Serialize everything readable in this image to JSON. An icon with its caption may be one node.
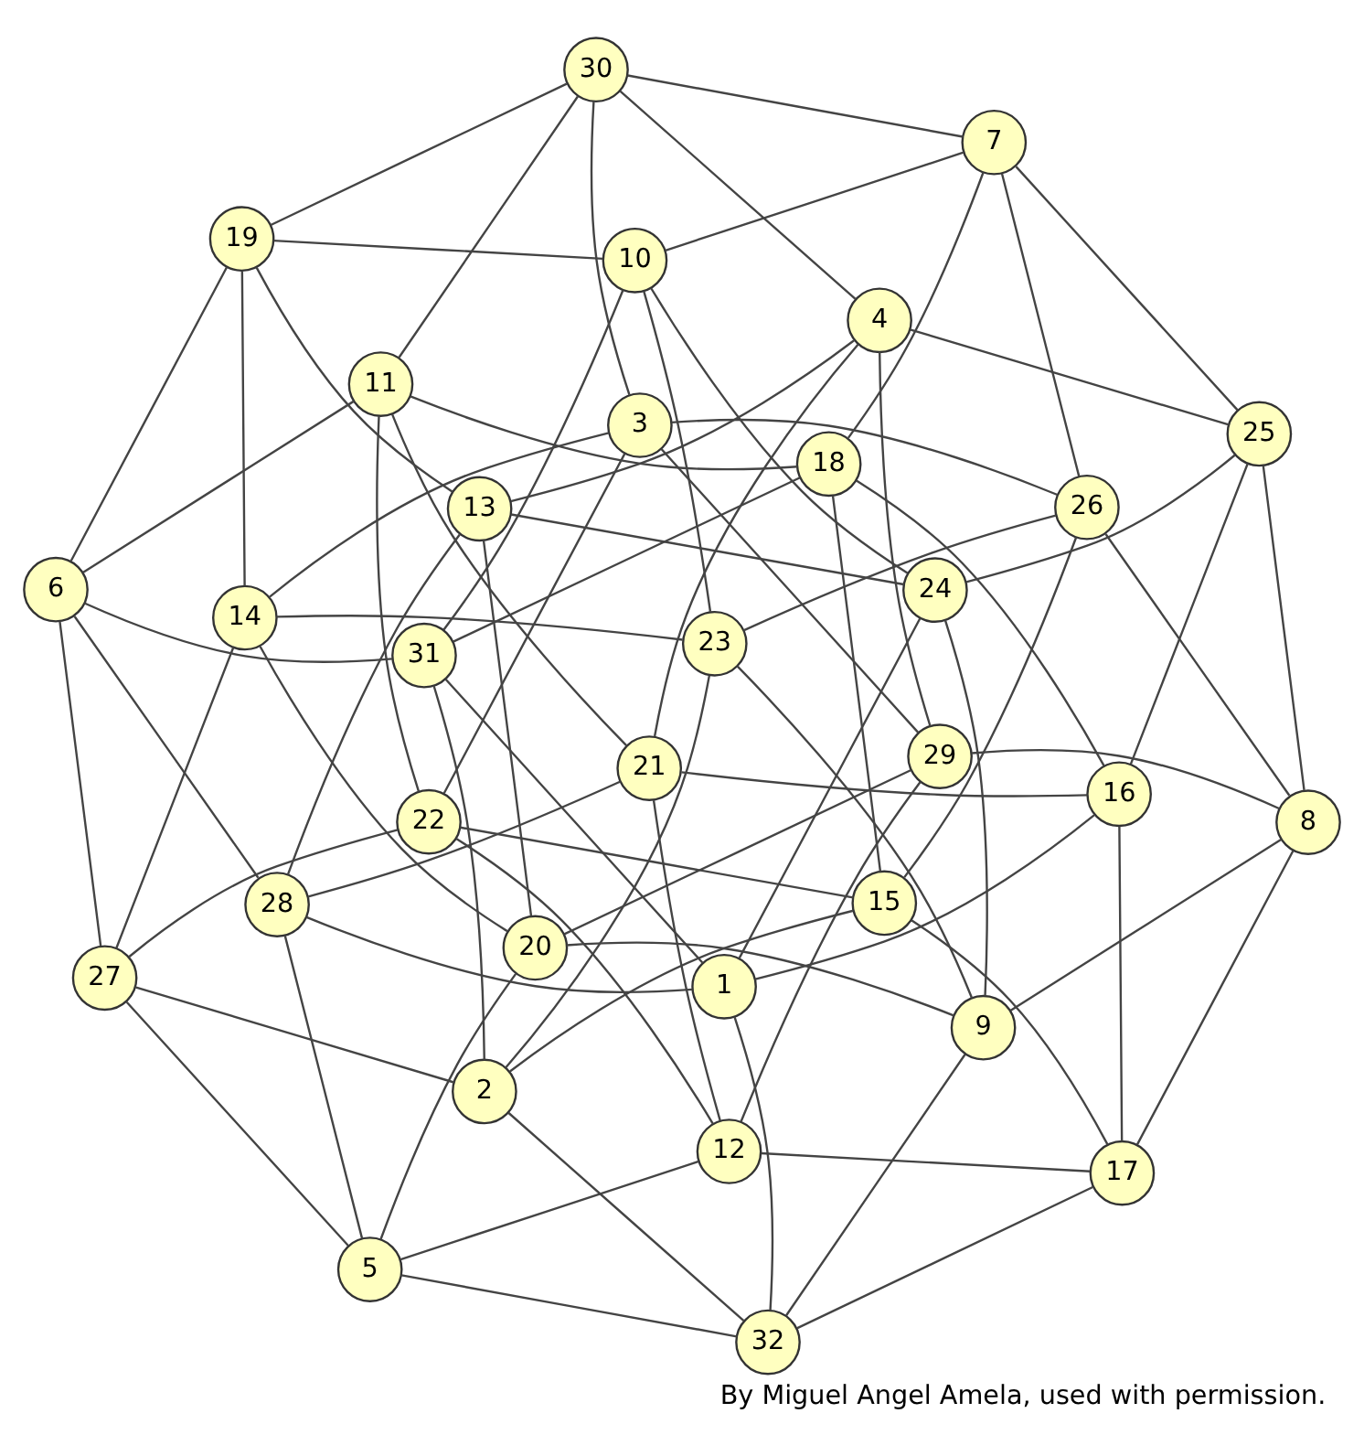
{
  "diagram": {
    "caption": "By Miguel Angel Amela, used with permission.",
    "nodes": [
      {
        "text": [
          "1"
        ]
      },
      {
        "text": [
          "24"
        ]
      },
      {
        "text": [
          "16"
        ]
      },
      {
        "text": [
          "28"
        ]
      },
      {
        "text": [
          "25"
        ]
      },
      {
        "text": [
          "13"
        ]
      },
      {
        "text": [
          "21"
        ]
      },
      {
        "text": [
          "32"
        ]
      },
      {
        "text": [
          "31"
        ]
      },
      {
        "text": [
          "4"
        ]
      },
      {
        "text": [
          "9"
        ]
      },
      {
        "text": [
          "10"
        ]
      },
      {
        "text": [
          "17"
        ]
      },
      {
        "text": [
          "18"
        ]
      },
      {
        "text": [
          "5"
        ]
      },
      {
        "text": [
          "6"
        ]
      },
      {
        "text": [
          "8"
        ]
      },
      {
        "text": [
          "7"
        ]
      },
      {
        "text": [
          "20"
        ]
      },
      {
        "text": [
          "19"
        ]
      },
      {
        "text": [
          "12"
        ]
      },
      {
        "text": [
          "11"
        ]
      },
      {
        "text": [
          "29"
        ]
      },
      {
        "text": [
          "30"
        ]
      },
      {
        "text": [
          "2"
        ]
      },
      {
        "text": [
          "23"
        ]
      },
      {
        "text": [
          "15"
        ]
      },
      {
        "text": [
          "27"
        ]
      },
      {
        "text": [
          "26"
        ]
      },
      {
        "text": [
          "14"
        ]
      },
      {
        "text": [
          "22"
        ]
      },
      {
        "text": [
          "3"
        ]
      }
    ],
    "edges": [
      {
        "from": 0,
        "to": 2,
        "arrow": "none"
      },
      {
        "from": 0,
        "to": 3,
        "arrow": "none"
      },
      {
        "from": 0,
        "to": 7,
        "arrow": "none"
      },
      {
        "from": 0,
        "to": 8,
        "arrow": "none"
      },
      {
        "from": 2,
        "to": 6,
        "arrow": "none"
      },
      {
        "from": 2,
        "to": 12,
        "arrow": "none"
      },
      {
        "from": 2,
        "to": 13,
        "arrow": "none"
      },
      {
        "from": 3,
        "to": 6,
        "arrow": "none"
      },
      {
        "from": 3,
        "to": 14,
        "arrow": "none"
      },
      {
        "from": 3,
        "to": 15,
        "arrow": "none"
      },
      {
        "from": 7,
        "to": 12,
        "arrow": "none"
      },
      {
        "from": 7,
        "to": 14,
        "arrow": "none"
      },
      {
        "from": 7,
        "to": 24,
        "arrow": "none"
      },
      {
        "from": 8,
        "to": 13,
        "arrow": "none"
      },
      {
        "from": 8,
        "to": 15,
        "arrow": "none"
      },
      {
        "from": 8,
        "to": 24,
        "arrow": "none"
      },
      {
        "from": 6,
        "to": 20,
        "arrow": "none"
      },
      {
        "from": 6,
        "to": 21,
        "arrow": "none"
      },
      {
        "from": 12,
        "to": 20,
        "arrow": "none"
      },
      {
        "from": 12,
        "to": 26,
        "arrow": "none"
      },
      {
        "from": 13,
        "to": 21,
        "arrow": "none"
      },
      {
        "from": 13,
        "to": 26,
        "arrow": "none"
      },
      {
        "from": 14,
        "to": 20,
        "arrow": "none"
      },
      {
        "from": 14,
        "to": 27,
        "arrow": "none"
      },
      {
        "from": 15,
        "to": 21,
        "arrow": "none"
      },
      {
        "from": 15,
        "to": 27,
        "arrow": "none"
      },
      {
        "from": 24,
        "to": 26,
        "arrow": "none"
      },
      {
        "from": 24,
        "to": 27,
        "arrow": "none"
      },
      {
        "from": 20,
        "to": 30,
        "arrow": "none"
      },
      {
        "from": 21,
        "to": 30,
        "arrow": "none"
      },
      {
        "from": 26,
        "to": 30,
        "arrow": "none"
      },
      {
        "from": 27,
        "to": 30,
        "arrow": "none"
      },
      {
        "from": 1,
        "to": 4,
        "arrow": "none"
      },
      {
        "from": 1,
        "to": 5,
        "arrow": "none"
      },
      {
        "from": 1,
        "to": 10,
        "arrow": "none"
      },
      {
        "from": 1,
        "to": 11,
        "arrow": "none"
      },
      {
        "from": 4,
        "to": 9,
        "arrow": "none"
      },
      {
        "from": 4,
        "to": 16,
        "arrow": "none"
      },
      {
        "from": 4,
        "to": 17,
        "arrow": "none"
      },
      {
        "from": 5,
        "to": 9,
        "arrow": "none"
      },
      {
        "from": 5,
        "to": 18,
        "arrow": "none"
      },
      {
        "from": 5,
        "to": 19,
        "arrow": "none"
      },
      {
        "from": 10,
        "to": 16,
        "arrow": "none"
      },
      {
        "from": 10,
        "to": 18,
        "arrow": "none"
      },
      {
        "from": 10,
        "to": 25,
        "arrow": "none"
      },
      {
        "from": 11,
        "to": 17,
        "arrow": "none"
      },
      {
        "from": 11,
        "to": 19,
        "arrow": "none"
      },
      {
        "from": 11,
        "to": 25,
        "arrow": "none"
      },
      {
        "from": 9,
        "to": 22,
        "arrow": "none"
      },
      {
        "from": 9,
        "to": 23,
        "arrow": "none"
      },
      {
        "from": 16,
        "to": 22,
        "arrow": "none"
      },
      {
        "from": 16,
        "to": 28,
        "arrow": "none"
      },
      {
        "from": 17,
        "to": 23,
        "arrow": "none"
      },
      {
        "from": 17,
        "to": 28,
        "arrow": "none"
      },
      {
        "from": 18,
        "to": 22,
        "arrow": "none"
      },
      {
        "from": 18,
        "to": 29,
        "arrow": "none"
      },
      {
        "from": 19,
        "to": 23,
        "arrow": "none"
      },
      {
        "from": 19,
        "to": 29,
        "arrow": "none"
      },
      {
        "from": 25,
        "to": 28,
        "arrow": "none"
      },
      {
        "from": 25,
        "to": 29,
        "arrow": "none"
      },
      {
        "from": 22,
        "to": 31,
        "arrow": "none"
      },
      {
        "from": 23,
        "to": 31,
        "arrow": "none"
      },
      {
        "from": 28,
        "to": 31,
        "arrow": "none"
      },
      {
        "from": 29,
        "to": 31,
        "arrow": "none"
      },
      {
        "from": 0,
        "to": 1,
        "arrow": "none"
      },
      {
        "from": 2,
        "to": 4,
        "arrow": "none"
      },
      {
        "from": 3,
        "to": 5,
        "arrow": "none"
      },
      {
        "from": 6,
        "to": 9,
        "arrow": "none"
      },
      {
        "from": 7,
        "to": 10,
        "arrow": "none"
      },
      {
        "from": 8,
        "to": 11,
        "arrow": "none"
      },
      {
        "from": 12,
        "to": 16,
        "arrow": "none"
      },
      {
        "from": 13,
        "to": 17,
        "arrow": "none"
      },
      {
        "from": 14,
        "to": 18,
        "arrow": "none"
      },
      {
        "from": 15,
        "to": 19,
        "arrow": "none"
      },
      {
        "from": 20,
        "to": 22,
        "arrow": "none"
      },
      {
        "from": 21,
        "to": 23,
        "arrow": "none"
      },
      {
        "from": 24,
        "to": 25,
        "arrow": "none"
      },
      {
        "from": 26,
        "to": 28,
        "arrow": "none"
      },
      {
        "from": 27,
        "to": 29,
        "arrow": "none"
      },
      {
        "from": 30,
        "to": 31,
        "arrow": "none"
      }
    ]
  }
}
